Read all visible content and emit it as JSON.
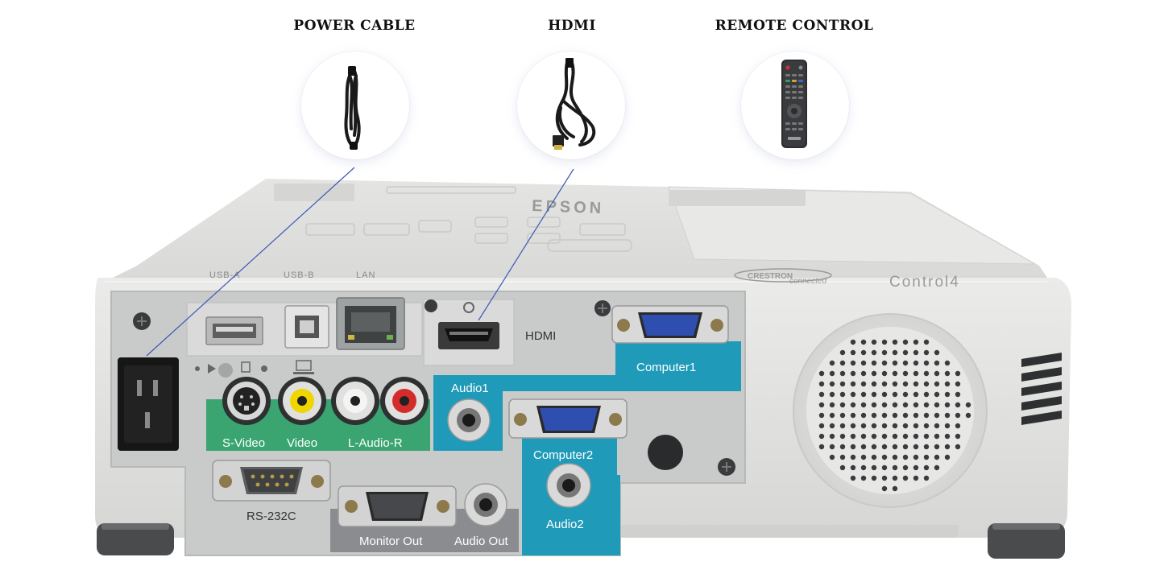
{
  "accessories": [
    {
      "title": "POWER CABLE",
      "icon": "power-cable-icon"
    },
    {
      "title": "HDMI",
      "icon": "hdmi-cable-icon"
    },
    {
      "title": "REMOTE CONTROL",
      "icon": "remote-control-icon"
    }
  ],
  "ports": {
    "usb_a": "USB-A",
    "usb_b": "USB-B",
    "lan": "LAN",
    "hdmi": "HDMI",
    "computer1": "Computer1",
    "audio1": "Audio1",
    "s_video": "S-Video",
    "video": "Video",
    "l_audio_r": "L-Audio-R",
    "computer2": "Computer2",
    "rs232c": "RS-232C",
    "monitor_out": "Monitor Out",
    "audio_out": "Audio Out",
    "audio2": "Audio2"
  },
  "branding": {
    "brand": "EPSON",
    "crestron": "CRESTRON",
    "crestron_sub": "connected",
    "control4": "Control4"
  },
  "colors": {
    "teal": "#1f9ab8",
    "green": "#3aa571",
    "gray_panel": "#8a8c90",
    "body": "#e6e7e5"
  }
}
